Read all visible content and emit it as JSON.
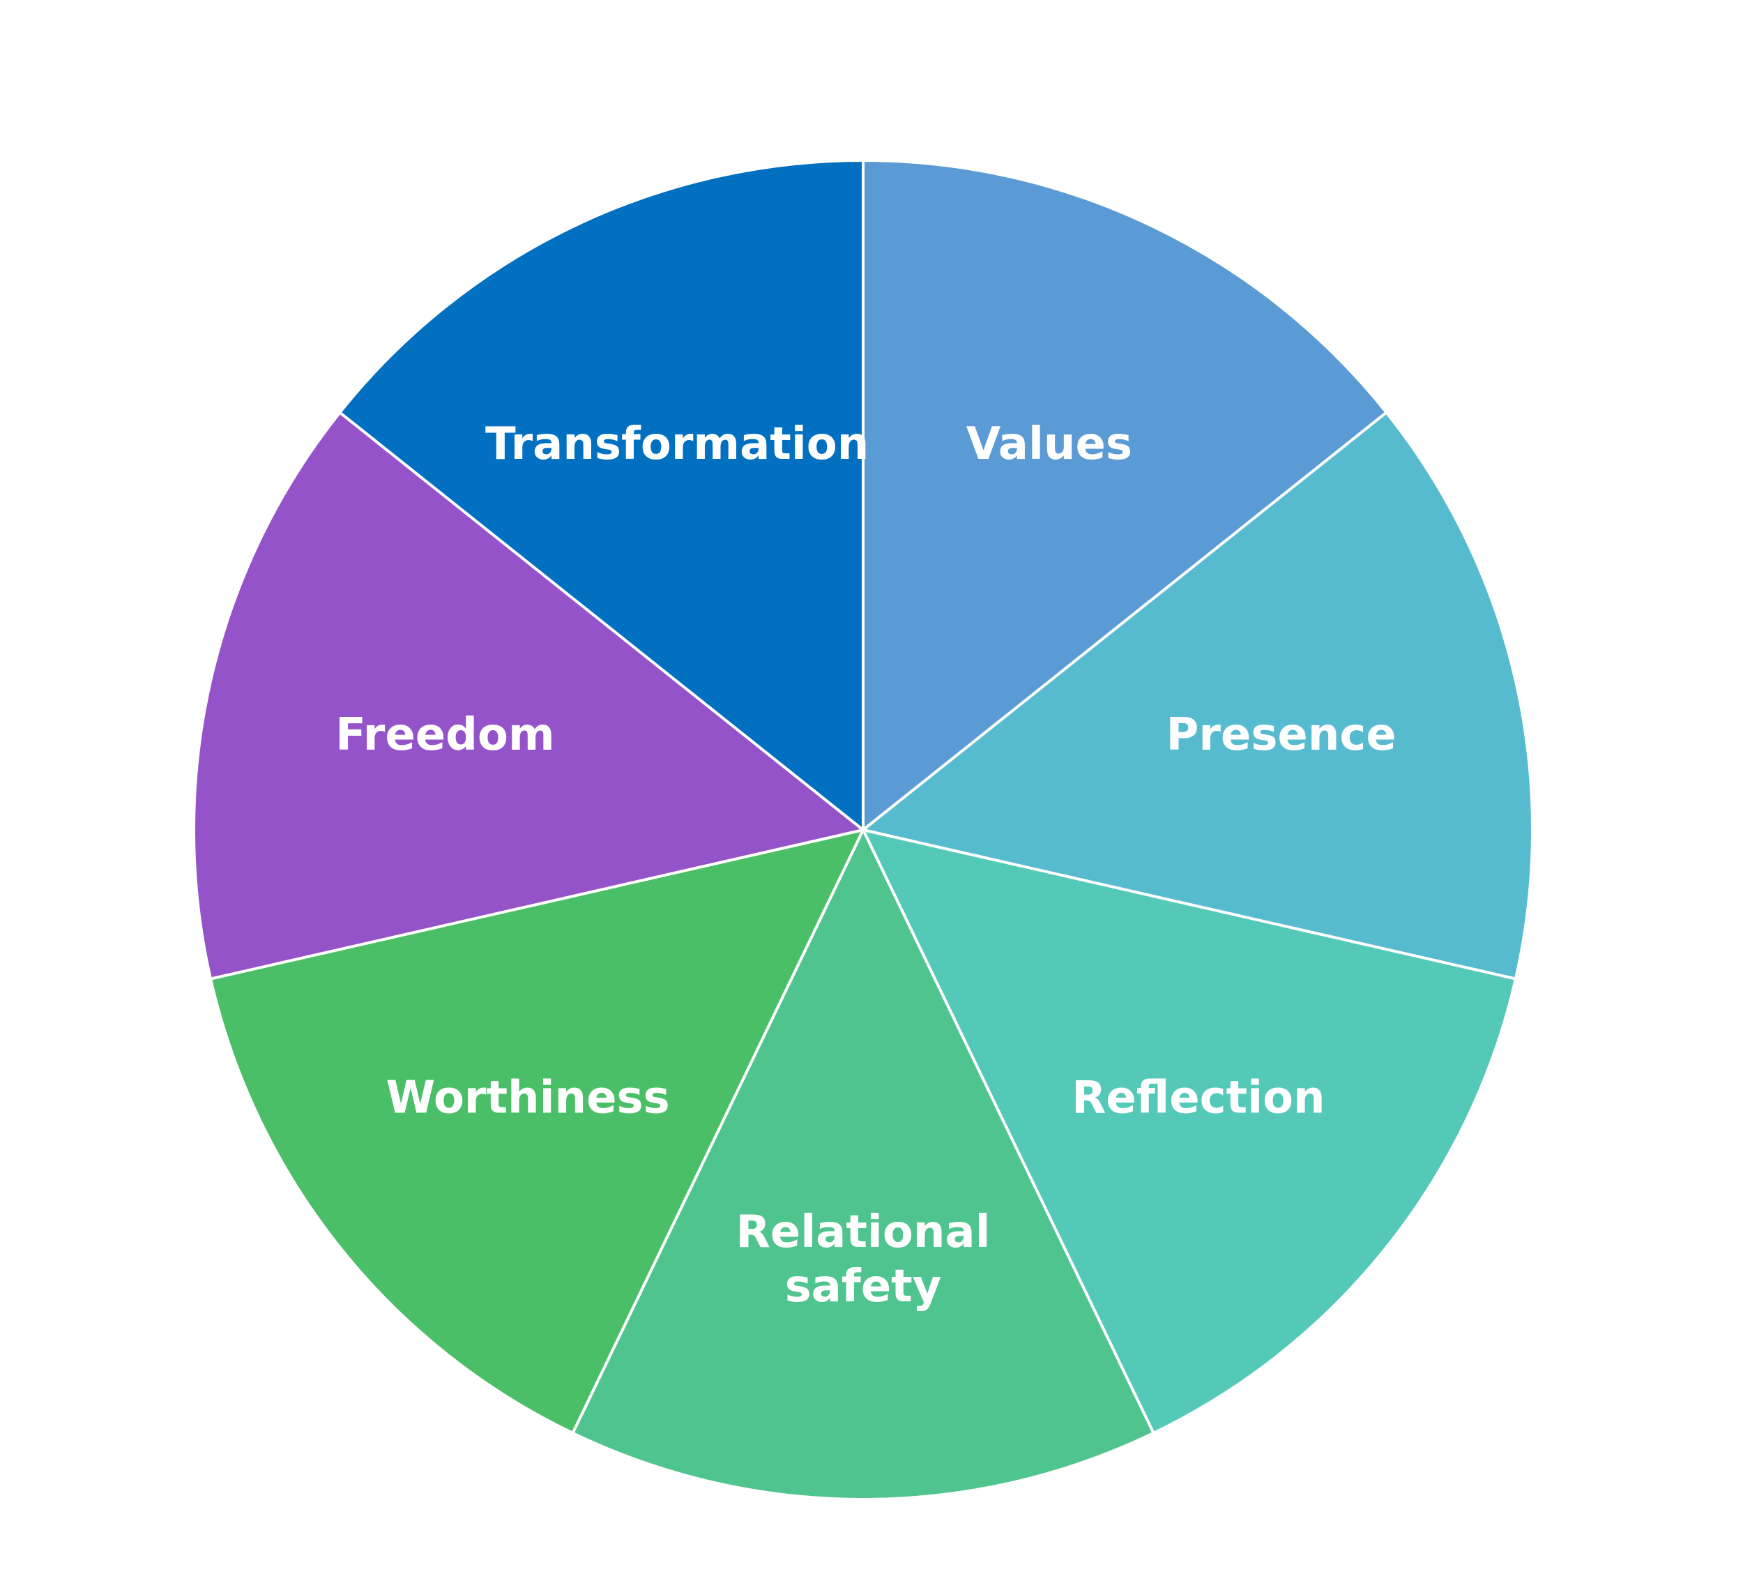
{
  "chart_data": {
    "type": "pie",
    "slices": [
      {
        "label": [
          "Values"
        ],
        "value": 1,
        "color": "#5b9bd5"
      },
      {
        "label": [
          "Presence"
        ],
        "value": 1,
        "color": "#57bbcf"
      },
      {
        "label": [
          "Reflection"
        ],
        "value": 1,
        "color": "#54c9b8"
      },
      {
        "label": [
          "Relational",
          "safety"
        ],
        "value": 1,
        "color": "#50c48e"
      },
      {
        "label": [
          "Worthiness"
        ],
        "value": 1,
        "color": "#4bbf68"
      },
      {
        "label": [
          "Freedom"
        ],
        "value": 1,
        "color": "#9553ca"
      },
      {
        "label": [
          "Transformation"
        ],
        "value": 1,
        "color": "#0170c1"
      }
    ],
    "start_angle": "12 o'clock",
    "direction": "clockwise",
    "legend": "none"
  }
}
